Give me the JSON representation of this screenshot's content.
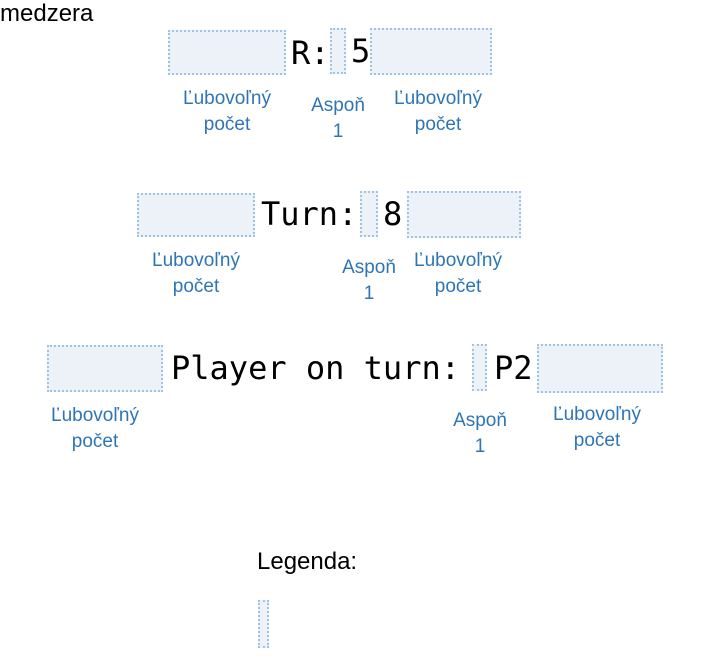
{
  "colors": {
    "label_blue": "#2e75b6",
    "box_fill": "#edf2f9",
    "box_border": "#9dc3e6",
    "text_black": "#000000"
  },
  "rows": [
    {
      "prefix": "R:",
      "value": "5",
      "labels": {
        "left": {
          "line1": "Ľubovoľný",
          "line2": "počet"
        },
        "middle": {
          "line1": "Aspoň",
          "line2": "1"
        },
        "right": {
          "line1": "Ľubovoľný",
          "line2": "počet"
        }
      }
    },
    {
      "prefix": "Turn:",
      "value": "8",
      "labels": {
        "left": {
          "line1": "Ľubovoľný",
          "line2": "počet"
        },
        "middle": {
          "line1": "Aspoň",
          "line2": "1"
        },
        "right": {
          "line1": "Ľubovoľný",
          "line2": "počet"
        }
      }
    },
    {
      "prefix": "Player on turn:",
      "value": "P2",
      "labels": {
        "left": {
          "line1": "Ľubovoľný",
          "line2": "počet"
        },
        "middle": {
          "line1": "Aspoň",
          "line2": "1"
        },
        "right": {
          "line1": "Ľubovoľný",
          "line2": "počet"
        }
      }
    }
  ],
  "legend": {
    "title": "Legenda:",
    "items": [
      {
        "symbol": "gap-box",
        "label": "medzera"
      }
    ]
  }
}
